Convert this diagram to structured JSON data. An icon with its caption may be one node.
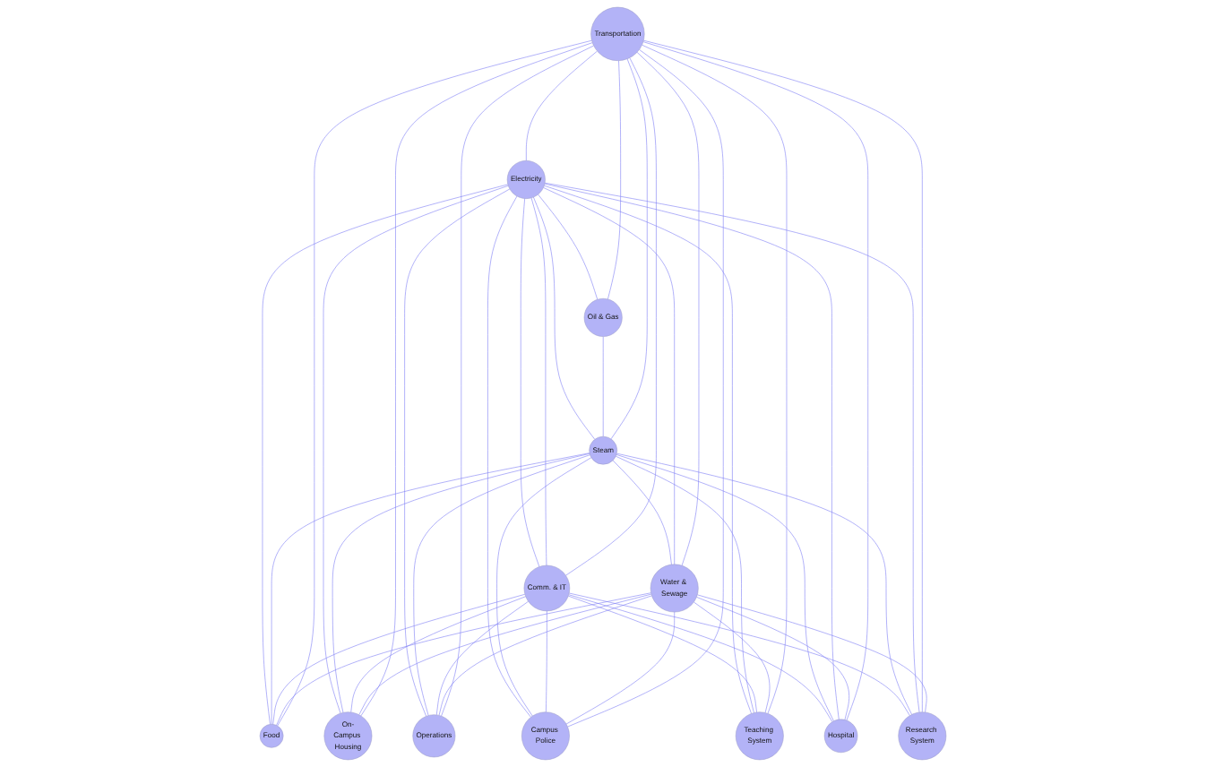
{
  "diagram": {
    "nodes": [
      {
        "text": [
          "Food"
        ]
      },
      {
        "text": [
          "On-Campus Housing"
        ]
      },
      {
        "text": [
          "Operations"
        ]
      },
      {
        "text": [
          "Campus Police"
        ]
      },
      {
        "text": [
          "Teaching System"
        ]
      },
      {
        "text": [
          "Electricity"
        ]
      },
      {
        "text": [
          "Steam"
        ]
      },
      {
        "text": [
          "Oil & Gas"
        ]
      },
      {
        "text": [
          "Comm. & IT"
        ]
      },
      {
        "text": [
          "Hospital"
        ]
      },
      {
        "text": [
          "Research System"
        ]
      },
      {
        "text": [
          "Water & Sewage"
        ]
      },
      {
        "text": [
          "Transportation"
        ]
      }
    ],
    "edges": [
      {
        "from": 12,
        "to": 0,
        "arrow": "none"
      },
      {
        "from": 11,
        "to": 0,
        "arrow": "none"
      },
      {
        "from": 8,
        "to": 0,
        "arrow": "none"
      },
      {
        "from": 6,
        "to": 0,
        "arrow": "none"
      },
      {
        "from": 5,
        "to": 0,
        "arrow": "none"
      },
      {
        "from": 12,
        "to": 1,
        "arrow": "none"
      },
      {
        "from": 11,
        "to": 1,
        "arrow": "none"
      },
      {
        "from": 8,
        "to": 1,
        "arrow": "none"
      },
      {
        "from": 6,
        "to": 1,
        "arrow": "none"
      },
      {
        "from": 5,
        "to": 1,
        "arrow": "none"
      },
      {
        "from": 12,
        "to": 2,
        "arrow": "none"
      },
      {
        "from": 11,
        "to": 2,
        "arrow": "none"
      },
      {
        "from": 8,
        "to": 2,
        "arrow": "none"
      },
      {
        "from": 6,
        "to": 2,
        "arrow": "none"
      },
      {
        "from": 5,
        "to": 2,
        "arrow": "none"
      },
      {
        "from": 12,
        "to": 3,
        "arrow": "none"
      },
      {
        "from": 11,
        "to": 3,
        "arrow": "none"
      },
      {
        "from": 8,
        "to": 3,
        "arrow": "none"
      },
      {
        "from": 6,
        "to": 3,
        "arrow": "none"
      },
      {
        "from": 5,
        "to": 3,
        "arrow": "none"
      },
      {
        "from": 12,
        "to": 4,
        "arrow": "none"
      },
      {
        "from": 11,
        "to": 4,
        "arrow": "none"
      },
      {
        "from": 8,
        "to": 4,
        "arrow": "none"
      },
      {
        "from": 6,
        "to": 4,
        "arrow": "none"
      },
      {
        "from": 5,
        "to": 4,
        "arrow": "none"
      },
      {
        "from": 12,
        "to": 5,
        "arrow": "none"
      },
      {
        "from": 8,
        "to": 5,
        "arrow": "none"
      },
      {
        "from": 12,
        "to": 6,
        "arrow": "none"
      },
      {
        "from": 7,
        "to": 6,
        "arrow": "none"
      },
      {
        "from": 5,
        "to": 6,
        "arrow": "none"
      },
      {
        "from": 12,
        "to": 7,
        "arrow": "none"
      },
      {
        "from": 5,
        "to": 7,
        "arrow": "none"
      },
      {
        "from": 12,
        "to": 8,
        "arrow": "none"
      },
      {
        "from": 5,
        "to": 8,
        "arrow": "none"
      },
      {
        "from": 12,
        "to": 9,
        "arrow": "none"
      },
      {
        "from": 11,
        "to": 9,
        "arrow": "none"
      },
      {
        "from": 5,
        "to": 9,
        "arrow": "none"
      },
      {
        "from": 6,
        "to": 9,
        "arrow": "none"
      },
      {
        "from": 8,
        "to": 9,
        "arrow": "none"
      },
      {
        "from": 11,
        "to": 10,
        "arrow": "none"
      },
      {
        "from": 12,
        "to": 10,
        "arrow": "none"
      },
      {
        "from": 5,
        "to": 10,
        "arrow": "none"
      },
      {
        "from": 6,
        "to": 10,
        "arrow": "none"
      },
      {
        "from": 8,
        "to": 10,
        "arrow": "none"
      },
      {
        "from": 12,
        "to": 11,
        "arrow": "none"
      },
      {
        "from": 5,
        "to": 11,
        "arrow": "none"
      },
      {
        "from": 6,
        "to": 11,
        "arrow": "none"
      }
    ]
  }
}
